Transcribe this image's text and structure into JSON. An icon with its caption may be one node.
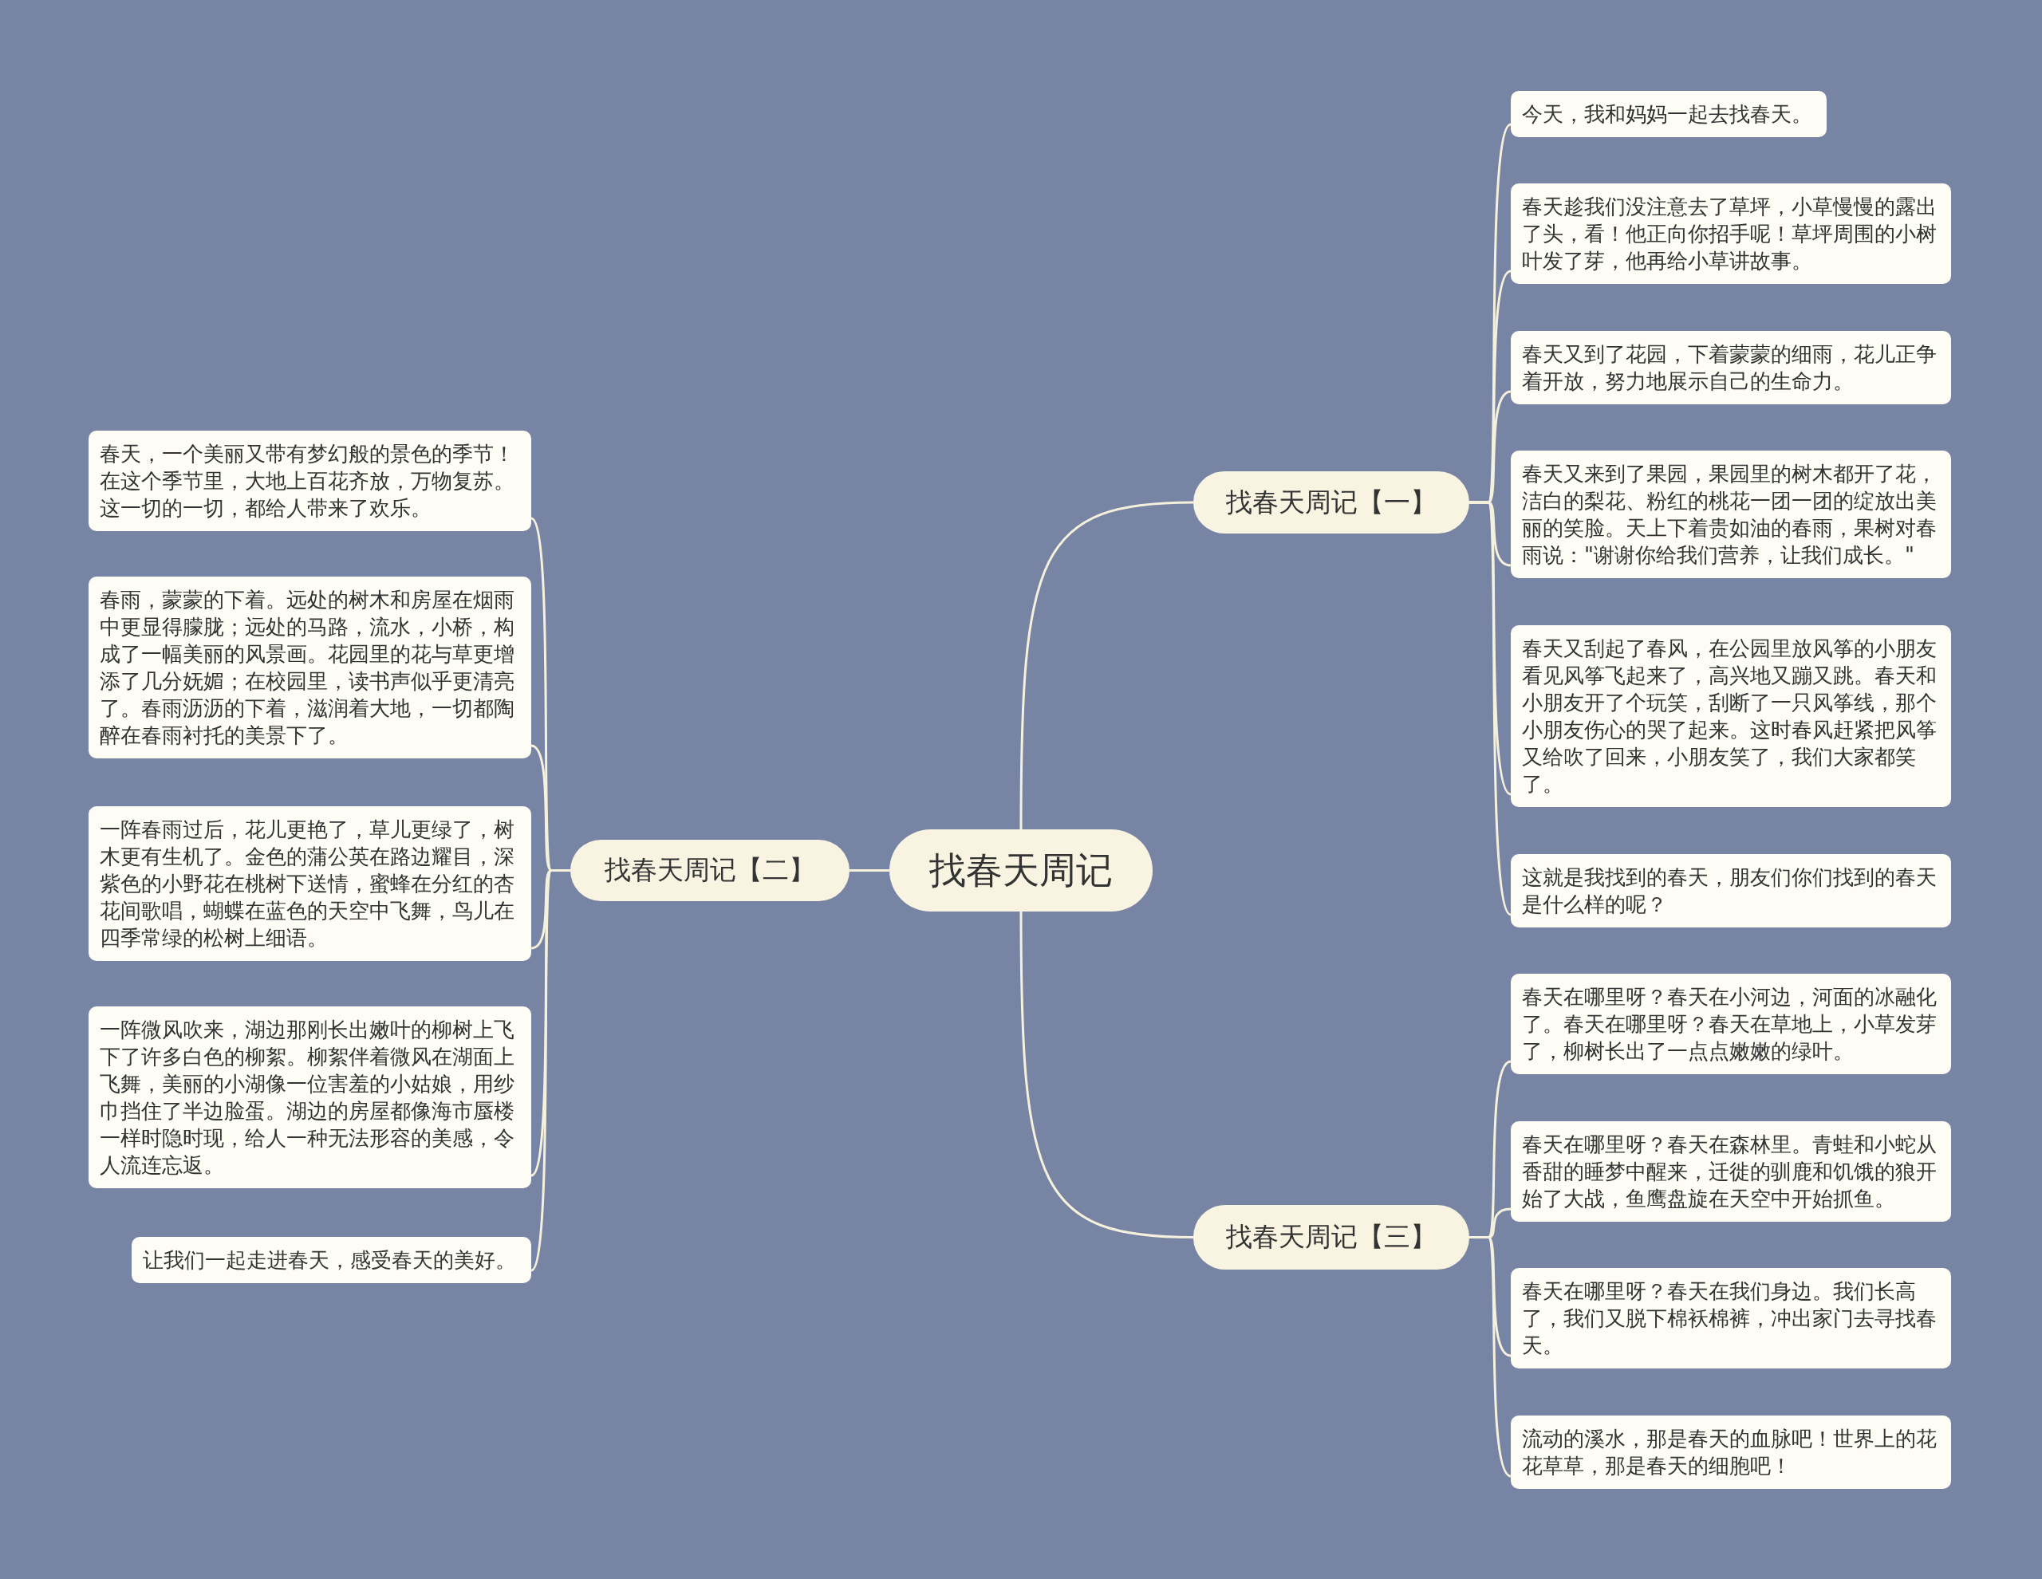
{
  "diagram": {
    "nodes": [
      {
        "text": [
          "找春天周记"
        ]
      },
      {
        "text": [
          "找春天周记【一】"
        ]
      },
      {
        "text": [
          "今天，我和妈妈一起去找春天。"
        ]
      },
      {
        "text": [
          "春天趁我们没注意去了草坪，小草慢慢的露出了头，看！他正向你招手呢！草坪周围的小树叶发了芽，他再给小草讲故事。"
        ]
      },
      {
        "text": [
          "春天又到了花园，下着蒙蒙的细雨，花儿正争着开放，努力地展示自己的生命力。"
        ]
      },
      {
        "text": [
          "春天又来到了果园，果园里的树木都开了花，洁白的梨花、粉红的桃花一团一团的绽放出美丽的笑脸。天上下着贵如油的春雨，果树对春雨说：\"谢谢你给我们营养，让我们成长。\""
        ]
      },
      {
        "text": [
          "春天又刮起了春风，在公园里放风筝的小朋友看见风筝飞起来了，高兴地又蹦又跳。春天和小朋友开了个玩笑，刮断了一只风筝线，那个小朋友伤心的哭了起来。这时春风赶紧把风筝又给吹了回来，小朋友笑了，我们大家都笑了。"
        ]
      },
      {
        "text": [
          "这就是我找到的春天，朋友们你们找到的春天是什么样的呢？"
        ]
      },
      {
        "text": [
          "找春天周记【二】"
        ]
      },
      {
        "text": [
          "春天，一个美丽又带有梦幻般的景色的季节！在这个季节里，大地上百花齐放，万物复苏。这一切的一切，都给人带来了欢乐。"
        ]
      },
      {
        "text": [
          "春雨，蒙蒙的下着。远处的树木和房屋在烟雨中更显得朦胧；远处的马路，流水，小桥，构成了一幅美丽的风景画。花园里的花与草更增添了几分妩媚；在校园里，读书声似乎更清亮了。春雨沥沥的下着，滋润着大地，一切都陶醉在春雨衬托的美景下了。"
        ]
      },
      {
        "text": [
          "一阵春雨过后，花儿更艳了，草儿更绿了，树木更有生机了。金色的蒲公英在路边耀目，深紫色的小野花在桃树下送情，蜜蜂在分红的杏花间歌唱，蝴蝶在蓝色的天空中飞舞，鸟儿在四季常绿的松树上细语。"
        ]
      },
      {
        "text": [
          "一阵微风吹来，湖边那刚长出嫩叶的柳树上飞下了许多白色的柳絮。柳絮伴着微风在湖面上飞舞，美丽的小湖像一位害羞的小姑娘，用纱巾挡住了半边脸蛋。湖边的房屋都像海市蜃楼一样时隐时现，给人一种无法形容的美感，令人流连忘返。"
        ]
      },
      {
        "text": [
          "让我们一起走进春天，感受春天的美好。"
        ]
      },
      {
        "text": [
          "找春天周记【三】"
        ]
      },
      {
        "text": [
          "春天在哪里呀？春天在小河边，河面的冰融化了。春天在哪里呀？春天在草地上，小草发芽了，柳树长出了一点点嫩嫩的绿叶。"
        ]
      },
      {
        "text": [
          "春天在哪里呀？春天在森林里。青蛙和小蛇从香甜的睡梦中醒来，迁徙的驯鹿和饥饿的狼开始了大战，鱼鹰盘旋在天空中开始抓鱼。"
        ]
      },
      {
        "text": [
          "春天在哪里呀？春天在我们身边。我们长高了，我们又脱下棉袄棉裤，冲出家门去寻找春天。"
        ]
      },
      {
        "text": [
          "流动的溪水，那是春天的血脉吧！世界上的花花草草，那是春天的细胞吧！"
        ]
      }
    ],
    "edges": [
      {
        "from": 0,
        "to": 1,
        "arrow": "none"
      },
      {
        "from": 1,
        "to": 2,
        "arrow": "none"
      },
      {
        "from": 1,
        "to": 3,
        "arrow": "none"
      },
      {
        "from": 1,
        "to": 4,
        "arrow": "none"
      },
      {
        "from": 1,
        "to": 5,
        "arrow": "none"
      },
      {
        "from": 1,
        "to": 6,
        "arrow": "none"
      },
      {
        "from": 1,
        "to": 7,
        "arrow": "none"
      },
      {
        "from": 0,
        "to": 8,
        "arrow": "none"
      },
      {
        "from": 8,
        "to": 9,
        "arrow": "none"
      },
      {
        "from": 8,
        "to": 10,
        "arrow": "none"
      },
      {
        "from": 8,
        "to": 11,
        "arrow": "none"
      },
      {
        "from": 8,
        "to": 12,
        "arrow": "none"
      },
      {
        "from": 8,
        "to": 13,
        "arrow": "none"
      },
      {
        "from": 0,
        "to": 14,
        "arrow": "none"
      },
      {
        "from": 14,
        "to": 15,
        "arrow": "none"
      },
      {
        "from": 14,
        "to": 16,
        "arrow": "none"
      },
      {
        "from": 14,
        "to": 17,
        "arrow": "none"
      },
      {
        "from": 14,
        "to": 18,
        "arrow": "none"
      }
    ]
  }
}
